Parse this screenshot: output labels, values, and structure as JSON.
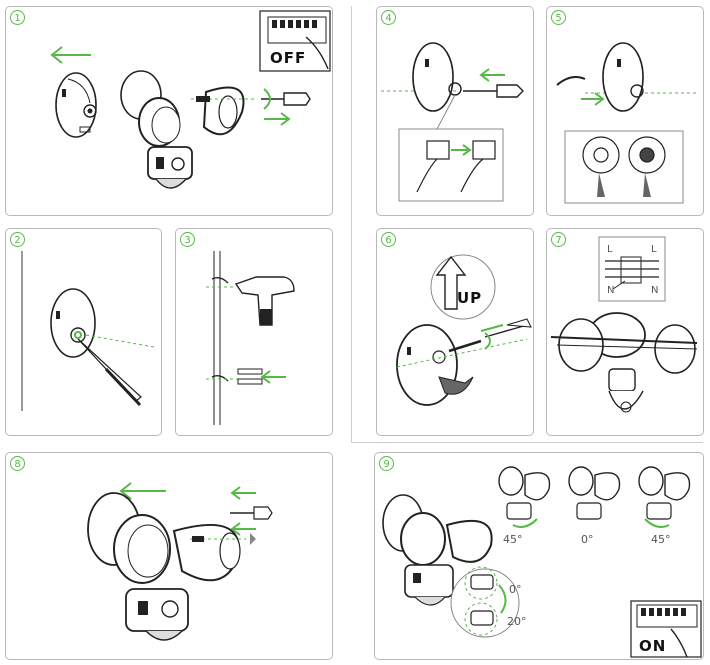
{
  "steps": [
    {
      "number": "1",
      "switch_label": "OFF"
    },
    {
      "number": "2"
    },
    {
      "number": "3"
    },
    {
      "number": "4"
    },
    {
      "number": "5"
    },
    {
      "number": "6",
      "up_label": "UP"
    },
    {
      "number": "7",
      "wire_l_left": "L",
      "wire_l_right": "L",
      "wire_n_left": "N",
      "wire_n_right": "N"
    },
    {
      "number": "8"
    },
    {
      "number": "9",
      "angle_left": "45°",
      "angle_center": "0°",
      "angle_right": "45°",
      "tilt_top": "0°",
      "tilt_bottom": "20°",
      "switch_label": "ON"
    }
  ],
  "colors": {
    "accent": "#56b947",
    "line": "#222222",
    "border": "#b9b9b9"
  }
}
